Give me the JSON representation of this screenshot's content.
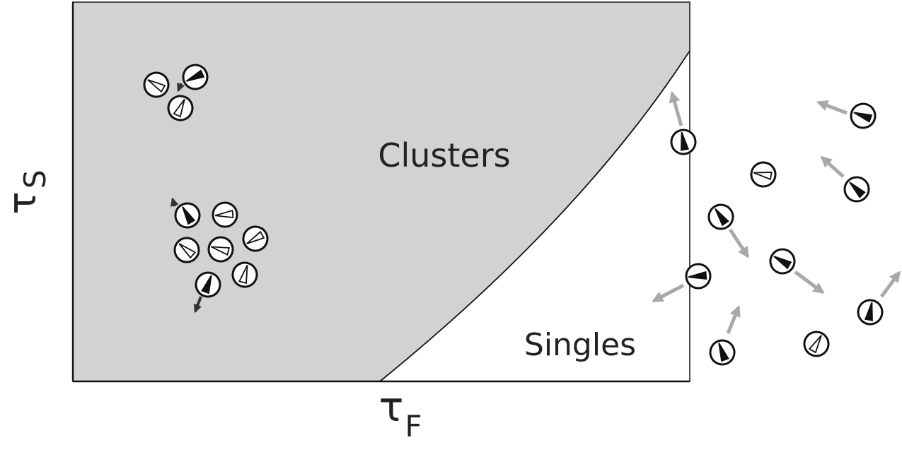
{
  "labels": {
    "clusters": "Clusters",
    "singles": "Singles",
    "y_axis_symbol": "τ",
    "y_axis_subscript": "S",
    "x_axis_symbol": "τ",
    "x_axis_subscript": "F"
  },
  "colors": {
    "cluster_region": "#d2d2d2",
    "particle_stroke": "#111111",
    "particle_fill": "#ffffff",
    "filled_wedge": "#111111",
    "hollow_wedge": "#ffffff",
    "free_arrow": "#a9a9a9",
    "cluster_arrow": "#333333",
    "text": "#222222"
  },
  "icons": {
    "particle": "circle-with-orientation-wedge",
    "arrow": "velocity-arrow"
  }
}
